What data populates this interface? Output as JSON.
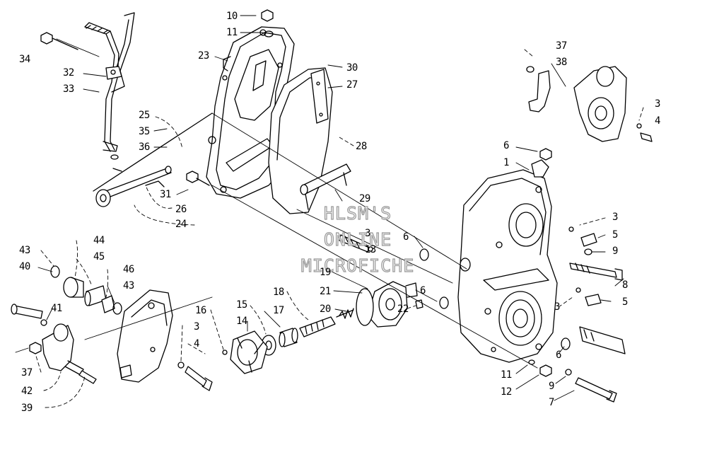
{
  "diagram": {
    "watermark": {
      "line1": "HLSM'S",
      "line2": "ONLINE",
      "line3": "MICROFICHE"
    },
    "callouts": {
      "c34": "34",
      "c32": "32",
      "c33": "33",
      "c25": "25",
      "c35": "35",
      "c36": "36",
      "c31": "31",
      "c26": "26",
      "c24": "24",
      "c10": "10",
      "c11a": "11",
      "c23": "23",
      "c30": "30",
      "c27": "27",
      "c28": "28",
      "c29": "29",
      "c3a": "3",
      "c13": "13",
      "c37a": "37",
      "c38": "38",
      "c3b": "3",
      "c4a": "4",
      "c6a": "6",
      "c1": "1",
      "c3c": "3",
      "c5a": "5",
      "c9a": "9",
      "c8": "8",
      "c5b": "5",
      "c3d": "3",
      "c6b": "6",
      "c6c": "6",
      "c6d": "6",
      "c11b": "11",
      "c12": "12",
      "c9b": "9",
      "c7": "7",
      "c19": "19",
      "c21": "21",
      "c20": "20",
      "c22": "22",
      "c18": "18",
      "c17": "17",
      "c15": "15",
      "c14": "14",
      "c16": "16",
      "c3e": "3",
      "c4b": "4",
      "c44": "44",
      "c45": "45",
      "c43a": "43",
      "c40": "40",
      "c46": "46",
      "c43b": "43",
      "c41": "41",
      "c37b": "37",
      "c42": "42",
      "c39": "39"
    }
  }
}
